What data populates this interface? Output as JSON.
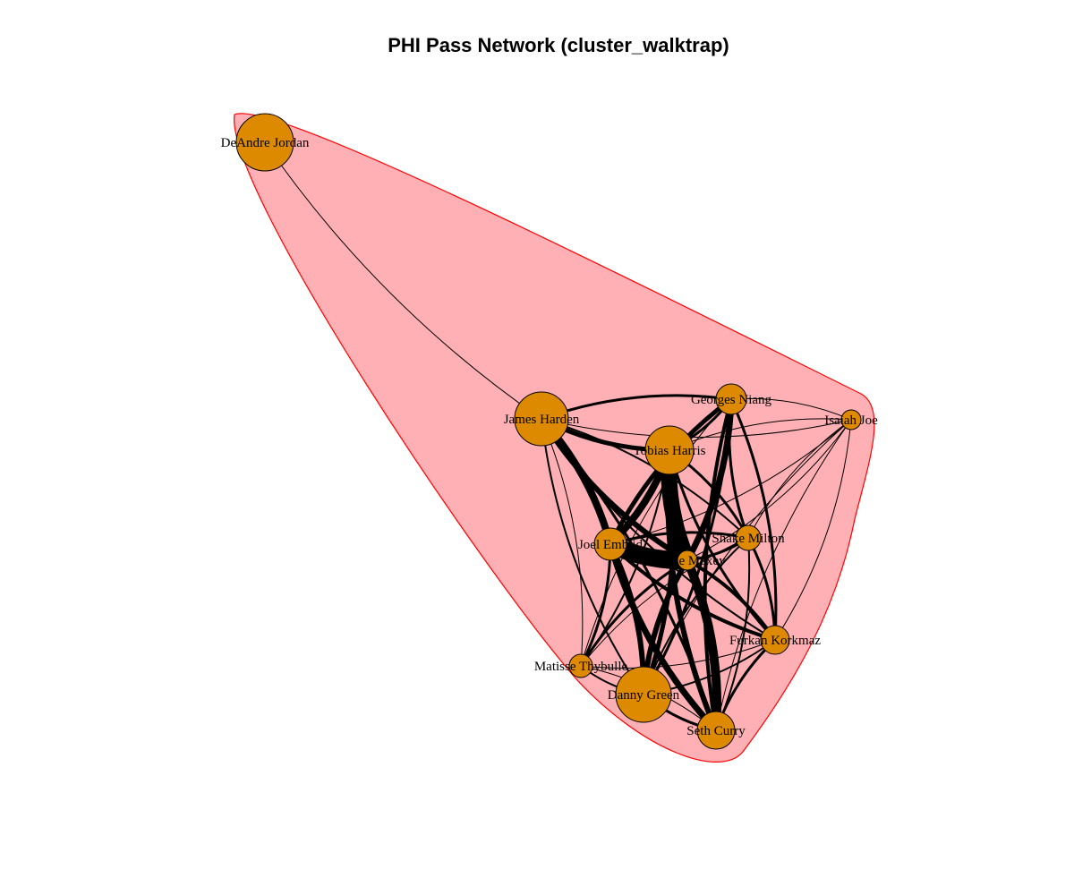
{
  "title": "PHI Pass Network (cluster_walktrap)",
  "colors": {
    "node_fill": "#DD8A00",
    "hull_fill": "#FFB0B4",
    "hull_stroke": "#FF0000",
    "edge": "#000000"
  },
  "nodes": [
    {
      "id": "dj",
      "label": "DeAndre Jordan"
    },
    {
      "id": "jh",
      "label": "James Harden"
    },
    {
      "id": "gn",
      "label": "Georges Niang"
    },
    {
      "id": "ij",
      "label": "Isaiah Joe"
    },
    {
      "id": "th",
      "label": "Tobias Harris"
    },
    {
      "id": "je",
      "label": "Joel Embiid"
    },
    {
      "id": "sm",
      "label": "Shake Milton"
    },
    {
      "id": "tm",
      "label": "Tyrese Maxey"
    },
    {
      "id": "fk",
      "label": "Furkan Korkmaz"
    },
    {
      "id": "mt",
      "label": "Matisse Thybulle"
    },
    {
      "id": "dg",
      "label": "Danny Green"
    },
    {
      "id": "sc",
      "label": "Seth Curry"
    }
  ],
  "edges": [
    [
      "dj",
      "jh",
      1
    ],
    [
      "jh",
      "gn",
      3
    ],
    [
      "jh",
      "th",
      5
    ],
    [
      "jh",
      "je",
      8
    ],
    [
      "jh",
      "tm",
      6
    ],
    [
      "jh",
      "sm",
      2
    ],
    [
      "jh",
      "fk",
      2
    ],
    [
      "jh",
      "mt",
      1
    ],
    [
      "jh",
      "dg",
      2
    ],
    [
      "jh",
      "sc",
      3
    ],
    [
      "jh",
      "ij",
      1
    ],
    [
      "gn",
      "th",
      3
    ],
    [
      "gn",
      "je",
      5
    ],
    [
      "gn",
      "tm",
      7
    ],
    [
      "gn",
      "sm",
      3
    ],
    [
      "gn",
      "fk",
      3
    ],
    [
      "gn",
      "sc",
      4
    ],
    [
      "gn",
      "dg",
      3
    ],
    [
      "gn",
      "mt",
      1
    ],
    [
      "gn",
      "ij",
      1
    ],
    [
      "ij",
      "th",
      1
    ],
    [
      "ij",
      "tm",
      1
    ],
    [
      "ij",
      "sm",
      1
    ],
    [
      "ij",
      "fk",
      1
    ],
    [
      "ij",
      "sc",
      1
    ],
    [
      "ij",
      "je",
      1
    ],
    [
      "ij",
      "dg",
      1
    ],
    [
      "th",
      "je",
      8
    ],
    [
      "th",
      "tm",
      18
    ],
    [
      "th",
      "sm",
      3
    ],
    [
      "th",
      "fk",
      3
    ],
    [
      "th",
      "dg",
      5
    ],
    [
      "th",
      "sc",
      6
    ],
    [
      "th",
      "mt",
      2
    ],
    [
      "je",
      "tm",
      20
    ],
    [
      "je",
      "sm",
      3
    ],
    [
      "je",
      "fk",
      4
    ],
    [
      "je",
      "dg",
      6
    ],
    [
      "je",
      "sc",
      7
    ],
    [
      "je",
      "mt",
      3
    ],
    [
      "tm",
      "sm",
      3
    ],
    [
      "tm",
      "fk",
      4
    ],
    [
      "tm",
      "dg",
      6
    ],
    [
      "tm",
      "sc",
      10
    ],
    [
      "tm",
      "mt",
      3
    ],
    [
      "sm",
      "fk",
      3
    ],
    [
      "sm",
      "dg",
      2
    ],
    [
      "sm",
      "sc",
      2
    ],
    [
      "sm",
      "mt",
      1
    ],
    [
      "fk",
      "dg",
      2
    ],
    [
      "fk",
      "sc",
      3
    ],
    [
      "fk",
      "mt",
      1
    ],
    [
      "mt",
      "dg",
      2
    ],
    [
      "mt",
      "sc",
      1
    ],
    [
      "dg",
      "sc",
      3
    ]
  ]
}
